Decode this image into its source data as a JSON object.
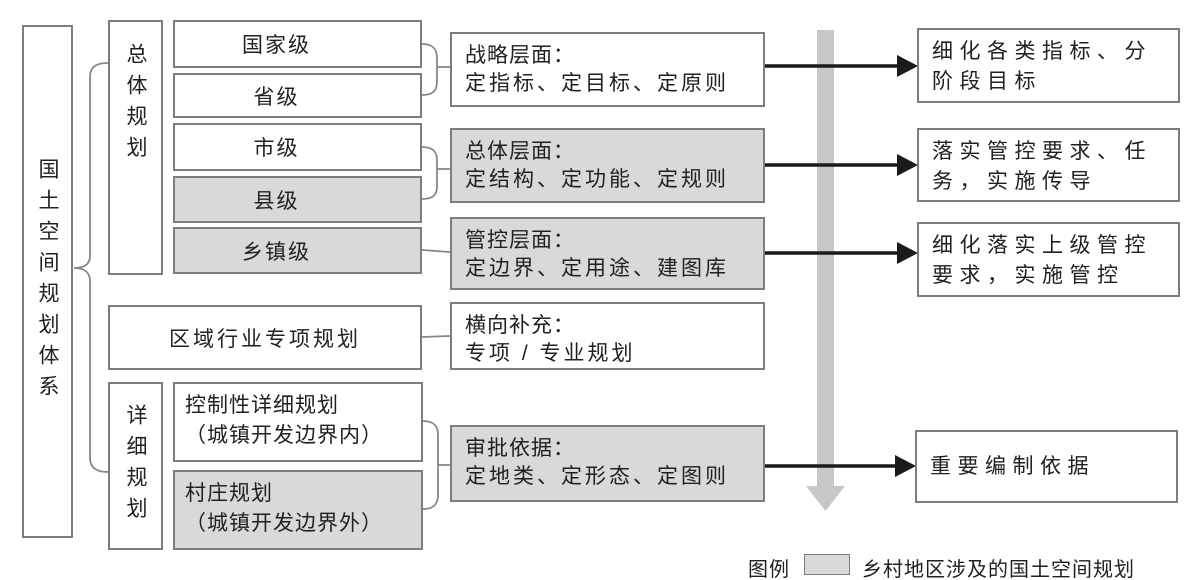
{
  "root": {
    "label": "国土空间规划体系"
  },
  "groups": {
    "overall": {
      "label": "总体规划"
    },
    "regional": {
      "label": "区域行业专项规划"
    },
    "detailed": {
      "label": "详细规划"
    }
  },
  "levels": [
    {
      "label": "国家级",
      "shaded": false
    },
    {
      "label": "省级",
      "shaded": false
    },
    {
      "label": "市级",
      "shaded": false
    },
    {
      "label": "县级",
      "shaded": true
    },
    {
      "label": "乡镇级",
      "shaded": true
    }
  ],
  "detail_plans": [
    {
      "line1": "控制性详细规划",
      "line2": "（城镇开发边界内）",
      "shaded": false
    },
    {
      "line1": "村庄规划",
      "line2": "（城镇开发边界外）",
      "shaded": true
    }
  ],
  "layers": [
    {
      "title": "战略层面：",
      "detail": "定指标、定目标、定原则",
      "shaded": false
    },
    {
      "title": "总体层面：",
      "detail": "定结构、定功能、定规则",
      "shaded": true
    },
    {
      "title": "管控层面：",
      "detail": "定边界、定用途、建图库",
      "shaded": true
    },
    {
      "title": "横向补充：",
      "detail": "专项 / 专业规划",
      "shaded": false
    },
    {
      "title": "审批依据：",
      "detail": "定地类、定形态、定图则",
      "shaded": true
    }
  ],
  "outcomes": [
    {
      "line1": "细化各类指标、分",
      "line2": "阶段目标"
    },
    {
      "line1": "落实管控要求、任",
      "line2": "务，实施传导"
    },
    {
      "line1": "细化落实上级管控",
      "line2": "要求，实施管控"
    },
    {
      "line1": "重要编制依据",
      "line2": ""
    }
  ],
  "legend": {
    "label": "图例",
    "text": "乡村地区涉及的国土空间规划"
  },
  "colors": {
    "shaded_fill": "#d9d9d9",
    "white_fill": "#ffffff",
    "box_border": "#7d7d7d",
    "connector": "#878787",
    "black_arrow": "#1a1a1a",
    "gray_arrow": "#c7c7c7",
    "text": "#212121"
  }
}
